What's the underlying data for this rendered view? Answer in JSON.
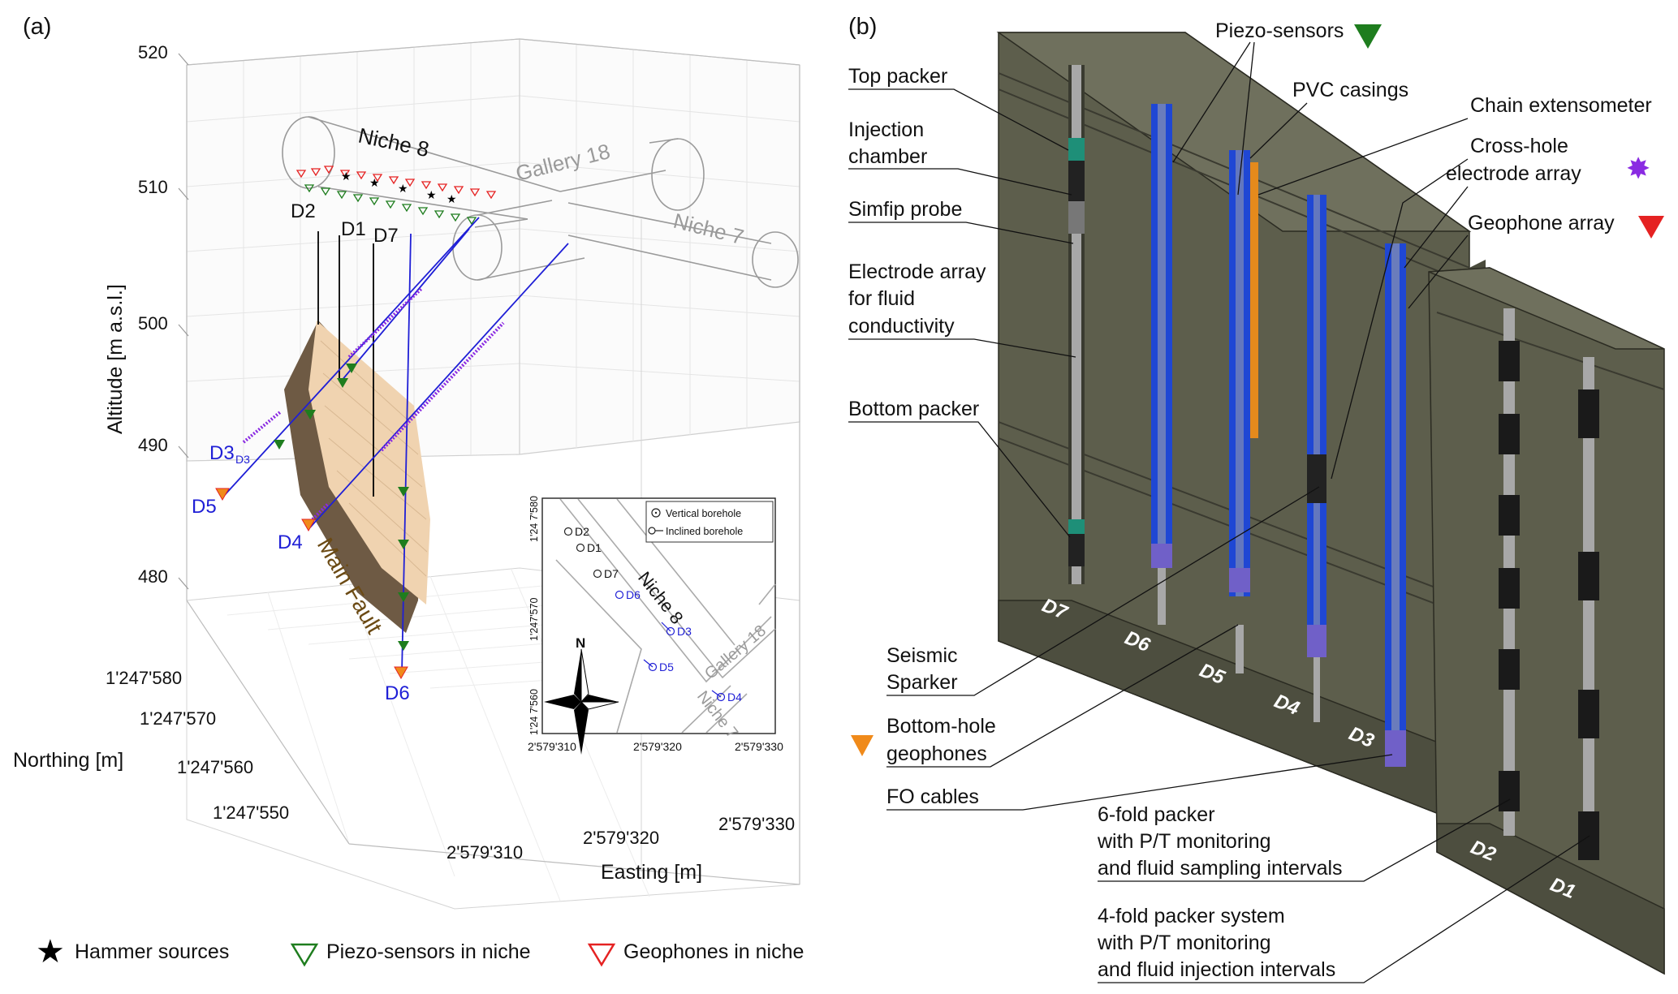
{
  "panels": {
    "a_label": "(a)",
    "b_label": "(b)"
  },
  "panel_a": {
    "altitude_axis": {
      "title": "Altitude [m a.s.l.]",
      "ticks": [
        "520",
        "510",
        "500",
        "490",
        "480"
      ]
    },
    "northing_axis": {
      "title": "Northing [m]",
      "ticks": [
        "1'247'580",
        "1'247'570",
        "1'247'560",
        "1'247'550"
      ]
    },
    "easting_axis": {
      "title": "Easting [m]",
      "ticks": [
        "2'579'310",
        "2'579'320",
        "2'579'330"
      ]
    },
    "tunnels": {
      "niche8": "Niche 8",
      "gallery18": "Gallery 18",
      "niche7": "Niche 7"
    },
    "boreholes": {
      "d1": "D1",
      "d2": "D2",
      "d3": "D3",
      "d3_sub": "D3",
      "d4": "D4",
      "d5": "D5",
      "d6": "D6",
      "d7": "D7"
    },
    "fault_label": "Main Fault",
    "inset": {
      "legend_vertical": "Vertical borehole",
      "legend_inclined": "Inclined borehole",
      "y_ticks": [
        "1'24 7'580",
        "1'247'570",
        "1'24 7'560"
      ],
      "x_ticks": [
        "2'579'310",
        "2'579'320",
        "2'579'330"
      ],
      "north": "N",
      "niche8": "Niche 8",
      "gallery18": "Gallery 18",
      "niche7": "Niche 7",
      "boreholes": [
        "D2",
        "D1",
        "D7",
        "D6",
        "D3",
        "D5",
        "D4"
      ]
    },
    "legend": {
      "hammer": "Hammer sources",
      "piezo": "Piezo-sensors in niche",
      "geophones": "Geophones in niche"
    },
    "colors": {
      "vertical_borehole": "#000000",
      "inclined_borehole": "#1f1fd6",
      "fault_light": "#f0d3b0",
      "fault_dark": "#6e5a44",
      "electrode": "#8a2be2",
      "piezo": "#1e7d1e",
      "geophone": "#e52222",
      "bottom_geophone": "#f08a1a"
    }
  },
  "panel_b": {
    "callouts_left": {
      "top_packer": "Top packer",
      "injection_chamber_1": "Injection",
      "injection_chamber_2": "chamber",
      "simfip": "Simfip probe",
      "electrode_1": "Electrode array",
      "electrode_2": "for fluid",
      "electrode_3": "conductivity",
      "bottom_packer": "Bottom packer",
      "sparker_1": "Seismic",
      "sparker_2": "Sparker",
      "bh_geophones_1": "Bottom-hole",
      "bh_geophones_2": "geophones",
      "fo_cables": "FO cables"
    },
    "callouts_top": {
      "piezo": "Piezo-sensors",
      "pvc": "PVC casings",
      "chain": "Chain extensometer",
      "crosshole_1": "Cross-hole",
      "crosshole_2": "electrode array",
      "geophone": "Geophone array"
    },
    "callouts_bottom": {
      "six_fold_1": "6-fold packer",
      "six_fold_2": "with P/T monitoring",
      "six_fold_3": "and fluid sampling intervals",
      "four_fold_1": "4-fold packer system",
      "four_fold_2": "with P/T monitoring",
      "four_fold_3": "and fluid injection intervals"
    },
    "borehole_labels": [
      "D7",
      "D6",
      "D5",
      "D4",
      "D3",
      "D2",
      "D1"
    ],
    "colors": {
      "rock": "#5d5e4c",
      "rock_top": "#6f705d",
      "casing": "#1f47d4",
      "pvc_orange": "#e58a1c",
      "packer_green": "#1e8f78",
      "rod": "#a8a8a8",
      "packer_black": "#1a1a1a"
    }
  }
}
